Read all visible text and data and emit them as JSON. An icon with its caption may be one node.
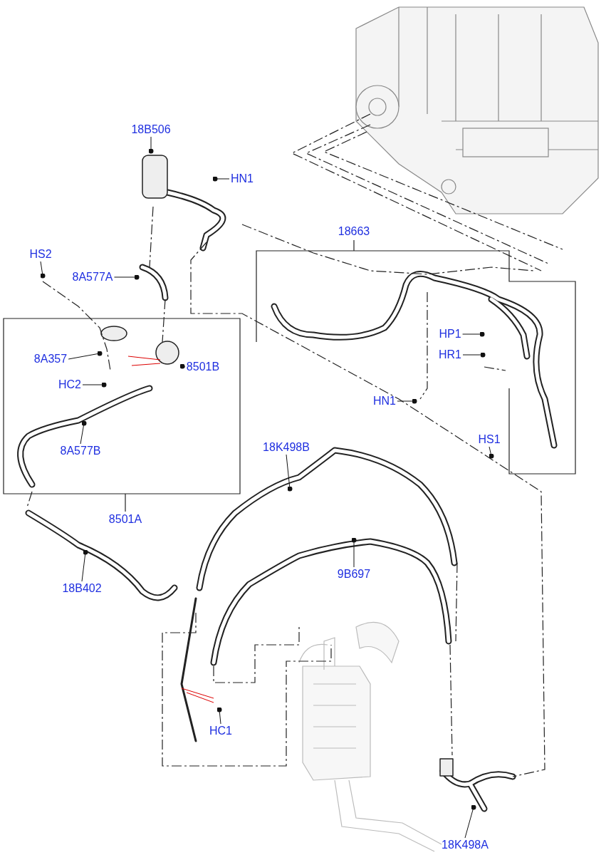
{
  "diagram": {
    "nodes": [
      {
        "text": [
          "18B506"
        ]
      },
      {
        "text": [
          "HN1"
        ]
      },
      {
        "text": [
          "18663"
        ]
      },
      {
        "text": [
          "HS2"
        ]
      },
      {
        "text": [
          "8A577A"
        ]
      },
      {
        "text": [
          "8A357"
        ]
      },
      {
        "text": [
          "8501B"
        ]
      },
      {
        "text": [
          "HC2"
        ]
      },
      {
        "text": [
          "HP1"
        ]
      },
      {
        "text": [
          "HR1"
        ]
      },
      {
        "text": [
          "HN1"
        ]
      },
      {
        "text": [
          "8A577B"
        ]
      },
      {
        "text": [
          "HS1"
        ]
      },
      {
        "text": [
          "18K498B"
        ]
      },
      {
        "text": [
          "8501A"
        ]
      },
      {
        "text": [
          "9B697"
        ]
      },
      {
        "text": [
          "18B402"
        ]
      },
      {
        "text": [
          "HC1"
        ]
      },
      {
        "text": [
          "18K498A"
        ]
      }
    ],
    "edges": [
      {
        "from": 0,
        "to": null,
        "arrow": "other"
      },
      {
        "from": 1,
        "to": null,
        "arrow": "other"
      },
      {
        "from": 3,
        "to": null,
        "arrow": "other"
      },
      {
        "from": 4,
        "to": null,
        "arrow": "other"
      },
      {
        "from": 5,
        "to": null,
        "arrow": "other"
      },
      {
        "from": 6,
        "to": null,
        "arrow": "other"
      },
      {
        "from": 7,
        "to": null,
        "arrow": "other"
      },
      {
        "from": 8,
        "to": null,
        "arrow": "other"
      },
      {
        "from": 9,
        "to": null,
        "arrow": "other"
      },
      {
        "from": 10,
        "to": null,
        "arrow": "other"
      },
      {
        "from": 11,
        "to": null,
        "arrow": "other"
      },
      {
        "from": 12,
        "to": null,
        "arrow": "other"
      },
      {
        "from": 13,
        "to": null,
        "arrow": "other"
      },
      {
        "from": 15,
        "to": null,
        "arrow": "other"
      },
      {
        "from": 16,
        "to": null,
        "arrow": "other"
      },
      {
        "from": 17,
        "to": null,
        "arrow": "other"
      },
      {
        "from": 18,
        "to": null,
        "arrow": "other"
      }
    ]
  }
}
